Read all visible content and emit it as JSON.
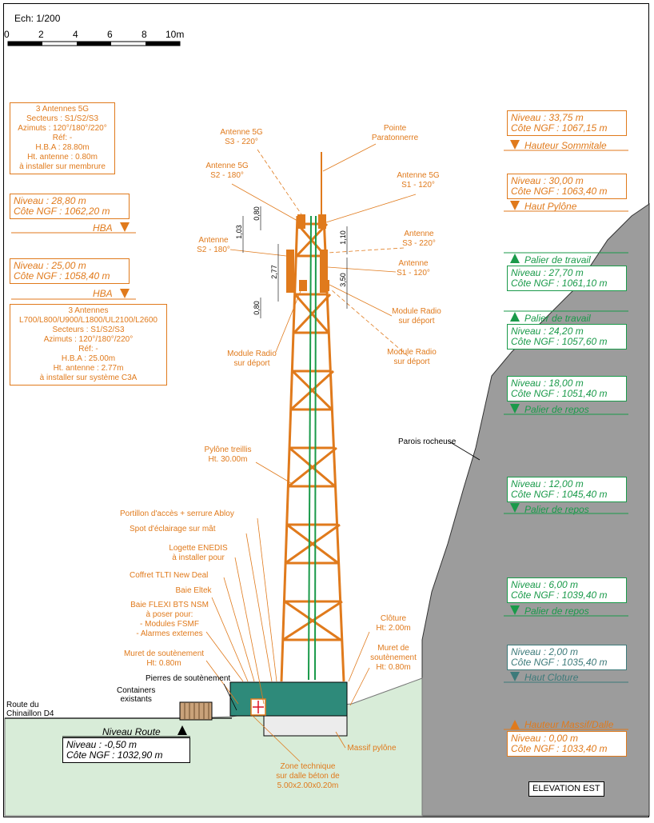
{
  "scale": {
    "title": "Ech: 1/200",
    "ticks": [
      "0",
      "2",
      "4",
      "6",
      "8",
      "10m"
    ]
  },
  "info_5g": {
    "lines": [
      "3 Antennes 5G",
      "Secteurs : S1/S2/S3",
      "Azimuts : 120°/180°/220°",
      "Réf: -",
      "H.B.A : 28.80m",
      "Ht. antenne : 0.80m",
      "à installer sur membrure"
    ]
  },
  "info_4g": {
    "lines": [
      "3 Antennes",
      "L700/L800/U900/L1800/UL2100/L2600",
      "Secteurs : S1/S2/S3",
      "Azimuts : 120°/180°/220°",
      "Réf: -",
      "H.B.A : 25.00m",
      "Ht. antenne : 2.77m",
      "à installer sur système C3A"
    ]
  },
  "hba1": {
    "niveau": "Niveau : 28,80 m",
    "cote": "Côte NGF : 1062,20 m",
    "tag": "HBA"
  },
  "hba2": {
    "niveau": "Niveau : 25,00 m",
    "cote": "Côte NGF : 1058,40 m",
    "tag": "HBA"
  },
  "levels": [
    {
      "niveau": "Niveau : 33,75 m",
      "cote": "Côte NGF : 1067,15 m",
      "tag": "Hauteur Sommitale"
    },
    {
      "niveau": "Niveau : 30,00 m",
      "cote": "Côte NGF : 1063,40 m",
      "tag": "Haut Pylône"
    },
    {
      "niveau": "Niveau : 27,70 m",
      "cote": "Côte NGF : 1061,10 m",
      "tag": "Palier de travail"
    },
    {
      "niveau": "Niveau : 24,20 m",
      "cote": "Côte NGF : 1057,60 m",
      "tag": "Palier de travail"
    },
    {
      "niveau": "Niveau : 18,00 m",
      "cote": "Côte NGF : 1051,40 m",
      "tag": "Palier de repos"
    },
    {
      "niveau": "Niveau : 12,00 m",
      "cote": "Côte NGF : 1045,40 m",
      "tag": "Palier de repos"
    },
    {
      "niveau": "Niveau : 6,00 m",
      "cote": "Côte NGF : 1039,40 m",
      "tag": "Palier de repos"
    },
    {
      "niveau": "Niveau : 2,00 m",
      "cote": "Côte NGF : 1035,40 m",
      "tag": "Haut Cloture"
    },
    {
      "niveau": "Niveau : 0,00 m",
      "cote": "Côte NGF : 1033,40 m",
      "tag": "Hauteur Massif/Dalle"
    }
  ],
  "route_level": {
    "tag": "Niveau Route",
    "niveau": "Niveau : -0,50 m",
    "cote": "Côte NGF : 1032,90 m"
  },
  "labels": {
    "ant_s3_5g": [
      "Antenne 5G",
      "S3 - 220°"
    ],
    "ant_s2_5g": [
      "Antenne 5G",
      "S2 - 180°"
    ],
    "pointe": [
      "Pointe",
      "Paratonnerre"
    ],
    "ant_s1_5g": [
      "Antenne 5G",
      "S1 - 120°"
    ],
    "ant_s3": [
      "Antenne",
      "S3 - 220°"
    ],
    "ant_s2": [
      "Antenne",
      "S2 - 180°"
    ],
    "ant_s1": [
      "Antenne",
      "S1 - 120°"
    ],
    "module_r1": [
      "Module Radio",
      "sur déport"
    ],
    "module_l": [
      "Module Radio",
      "sur déport"
    ],
    "module_r2": [
      "Module Radio",
      "sur déport"
    ],
    "pylone": [
      "Pylône treillis",
      "Ht. 30.00m"
    ],
    "portillon": "Portillon d'accès + serrure Abloy",
    "spot": "Spot d'éclairage sur mât",
    "logette": [
      "Logette ENEDIS",
      "à installer pour"
    ],
    "coffret": "Coffret TLTI New Deal",
    "baie_eltek": "Baie Eltek",
    "baie_flexi": [
      "Baie FLEXI BTS NSM",
      "à poser pour:",
      "- Modules FSMF",
      "- Alarmes externes"
    ],
    "muret_l": [
      "Muret de soutènement",
      "Ht: 0.80m"
    ],
    "cloture": [
      "Clôture",
      "Ht: 2.00m"
    ],
    "muret_r": [
      "Muret de",
      "soutènement",
      "Ht: 0.80m"
    ],
    "zone": [
      "Zone technique",
      "sur dalle béton de",
      "5.00x2.00x0.20m"
    ],
    "massif": "Massif pylône"
  },
  "black": {
    "pierres": "Pierres de soutènement",
    "containers": [
      "Containers",
      "existants"
    ],
    "route": [
      "Route du",
      "Chinaillon D4"
    ],
    "parois": "Parois rocheuse",
    "elevation": "ELEVATION EST"
  },
  "dims": {
    "d080a": "0,80",
    "d103": "1,03",
    "d277": "2,77",
    "d110": "1,10",
    "d350": "3,50",
    "d080b": "0,80"
  },
  "colors": {
    "orange": "#e07a1c",
    "green": "#1a9a4a",
    "teal": "#3d7a7a",
    "rock": "#9a9a9a",
    "ground": "#d8ecd8"
  }
}
